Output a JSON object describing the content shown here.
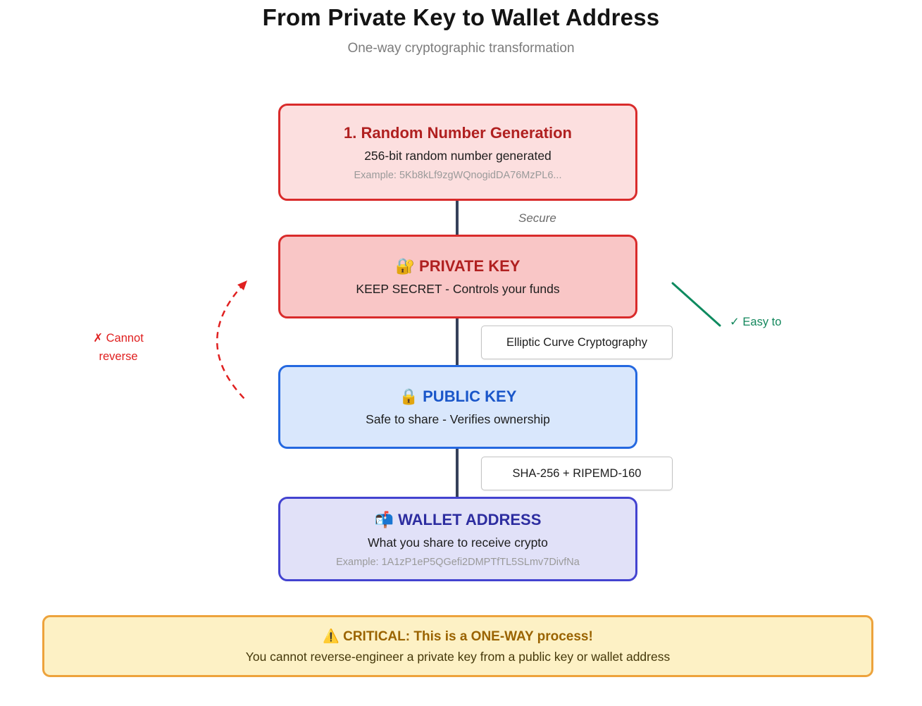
{
  "page": {
    "title": "From Private Key to Wallet Address",
    "subtitle": "One-way cryptographic transformation"
  },
  "nodes": {
    "random": {
      "title": "1. Random Number Generation",
      "desc": "256-bit random number generated",
      "example": "Example: 5Kb8kLf9zgWQnogidDA76MzPL6..."
    },
    "private_key": {
      "title": "🔐 PRIVATE KEY",
      "desc": "KEEP SECRET - Controls your funds"
    },
    "public_key": {
      "title": "🔒 PUBLIC KEY",
      "desc": "Safe to share - Verifies ownership"
    },
    "wallet": {
      "title": "📬 WALLET ADDRESS",
      "desc": "What you share to receive crypto",
      "example": "Example: 1A1zP1eP5QGefi2DMPTfTL5SLmv7DivfNa"
    }
  },
  "edges": {
    "secure": "Secure",
    "ecc": "Elliptic Curve Cryptography",
    "hash": "SHA-256 + RIPEMD-160"
  },
  "annotations": {
    "cannot_reverse_line1": "✗ Cannot",
    "cannot_reverse_line2": "reverse",
    "easy_to": "✓ Easy to"
  },
  "warning": {
    "title": "⚠️ CRITICAL: This is a ONE-WAY process!",
    "body": "You cannot reverse-engineer a private key from a public key or wallet address"
  },
  "colors": {
    "red_border": "#d92b2b",
    "red_text": "#b02020",
    "blue_border": "#2468e0",
    "blue_text": "#1a56c9",
    "indigo_border": "#4343d0",
    "indigo_text": "#2d2da0",
    "connector": "#36415a",
    "annotation_red": "#e02020",
    "annotation_green": "#13875c",
    "warning_bg": "#fdf1c5",
    "warning_border": "#eda33c",
    "warning_title": "#9a6300"
  }
}
